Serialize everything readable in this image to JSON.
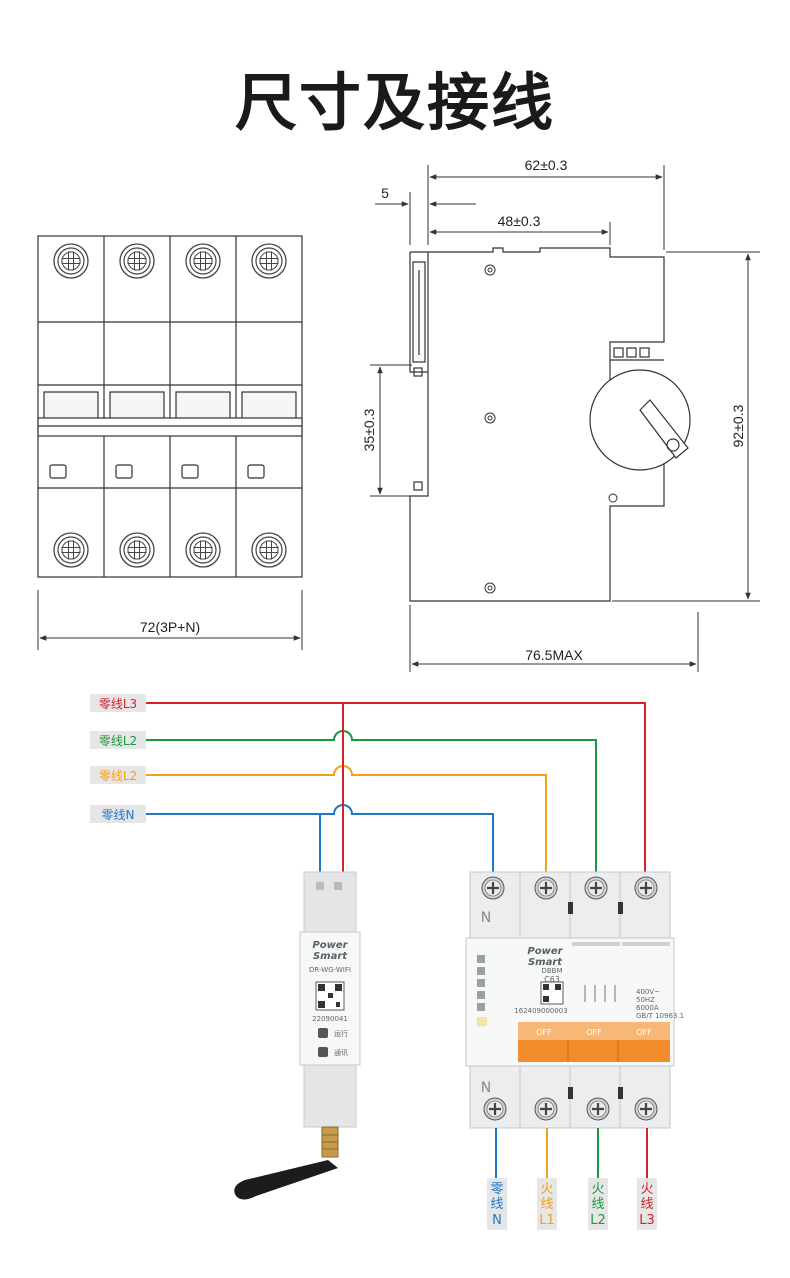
{
  "title": "尺寸及接线",
  "dims": {
    "width_62": "62±0.3",
    "offset_5": "5",
    "width_48": "48±0.3",
    "height_35": "35±0.3",
    "height_92": "92±0.3",
    "depth": "76.5MAX",
    "front_width": "72(3P+N)"
  },
  "wires": [
    {
      "label": "零线L3",
      "color": "#d2232a"
    },
    {
      "label": "零线L2",
      "color": "#1a9a3c"
    },
    {
      "label": "零线L2",
      "color": "#f0a019"
    },
    {
      "label": "零线N",
      "color": "#1e78c8"
    }
  ],
  "module": {
    "brand_top": "Power",
    "brand_bottom": "Smart",
    "model": "DR-WG-WIFI",
    "serial": "22090041",
    "led_run": "运行",
    "led_comm": "通讯"
  },
  "breaker": {
    "brand_top": "Power",
    "brand_bottom": "Smart",
    "model": "DBBM",
    "rating": "C63",
    "serial": "162409000003",
    "off_label": "OFF",
    "neutral_mark": "N",
    "spec1": "400V~",
    "spec2": "50HZ",
    "spec3": "6000A",
    "spec4": "GB/T 10963.1"
  },
  "bottom_labels": [
    {
      "line1": "零",
      "line2": "线",
      "line3": "N",
      "color": "#1e78c8"
    },
    {
      "line1": "火",
      "line2": "线",
      "line3": "L1",
      "color": "#f0a019"
    },
    {
      "line1": "火",
      "line2": "线",
      "line3": "L2",
      "color": "#1a9a3c"
    },
    {
      "line1": "火",
      "line2": "线",
      "line3": "L3",
      "color": "#d2232a"
    }
  ]
}
